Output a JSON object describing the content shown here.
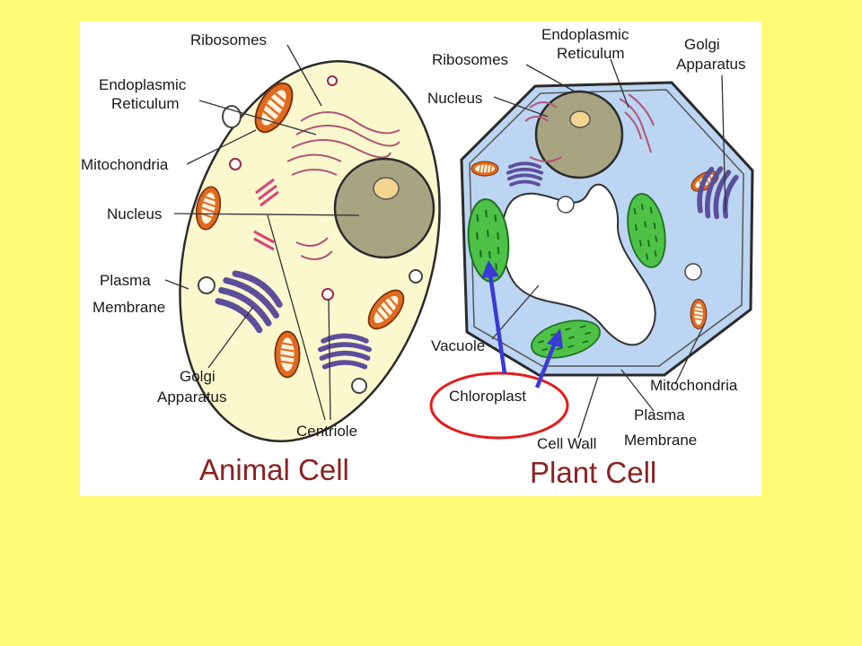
{
  "slide": {
    "background": "#fdfb75",
    "panel_color": "#ffffff"
  },
  "animal_cell": {
    "title": "Animal Cell",
    "labels": {
      "ribosomes": "Ribosomes",
      "er_line1": "Endoplasmic",
      "er_line2": "Reticulum",
      "mitochondria": "Mitochondria",
      "nucleus": "Nucleus",
      "plasma_line1": "Plasma",
      "plasma_line2": "Membrane",
      "golgi_line1": "Golgi",
      "golgi_line2": "Apparatus",
      "centriole": "Centriole"
    },
    "colors": {
      "cytoplasm": "#fbf8cd",
      "nucleus": "#a7a581",
      "mitochondria": "#e06a1e",
      "golgi": "#5b4f9c"
    }
  },
  "plant_cell": {
    "title": "Plant Cell",
    "labels": {
      "er_line1": "Endoplasmic",
      "er_line2": "Reticulum",
      "golgi_line1": "Golgi",
      "golgi_line2": "Apparatus",
      "ribosomes": "Ribosomes",
      "nucleus": "Nucleus",
      "vacuole": "Vacuole",
      "chloroplast": "Chloroplast",
      "mitochondria": "Mitochondria",
      "plasma_line1": "Plasma",
      "plasma_line2": "Membrane",
      "cell_wall": "Cell Wall"
    },
    "colors": {
      "cytoplasm": "#bcd5f2",
      "chloroplast": "#4ec247",
      "highlight_ring": "#e41b1b",
      "arrows": "#3a3ad6"
    }
  }
}
